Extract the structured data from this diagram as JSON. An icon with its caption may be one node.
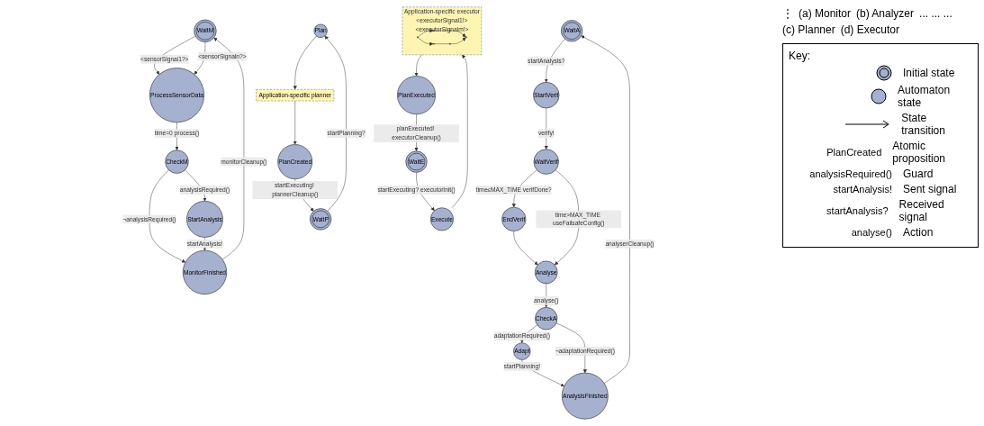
{
  "diagram": {
    "nodes": [
      {
        "text": [
          "WaitM"
        ]
      },
      {
        "text": [
          "ProcessSensorData"
        ]
      },
      {
        "text": [
          "CheckM"
        ]
      },
      {
        "text": [
          "MonitorFinished"
        ]
      },
      {
        "text": [
          "StartAnalysis"
        ]
      },
      {
        "text": [
          "WaitA"
        ]
      },
      {
        "text": [
          "StartVerif"
        ]
      },
      {
        "text": [
          "WaitVerif"
        ]
      },
      {
        "text": [
          "EndVerif"
        ]
      },
      {
        "text": [
          "Analyse"
        ]
      },
      {
        "text": [
          "CheckA"
        ]
      },
      {
        "text": [
          "Adapt"
        ]
      },
      {
        "text": [
          "AnalysisFinished"
        ]
      },
      {
        "text": [
          "Plan"
        ]
      },
      {
        "text": [
          "Application-specific planner"
        ]
      },
      {
        "text": [
          "WaitP"
        ]
      },
      {
        "text": [
          "PlanCreated"
        ]
      },
      {
        "text": [
          "Execute"
        ]
      },
      {
        "text": [
          "Application-specific executor",
          "<executorSignal1!>",
          "<executorSignalm!>"
        ]
      },
      {
        "text": [],
        "shape": "circle",
        "in": 18
      },
      {
        "text": [],
        "shape": "circle",
        "in": 18
      },
      {
        "text": [],
        "shape": "circle",
        "in": 18
      },
      {
        "text": [],
        "shape": "circle",
        "in": 18
      },
      {
        "text": [],
        "shape": "circle",
        "in": 18
      },
      {
        "text": [],
        "shape": "circle",
        "in": 18
      },
      {
        "text": [
          "WaitE"
        ]
      },
      {
        "text": [
          "PlanExecuted"
        ]
      }
    ],
    "edges": [
      {
        "from": 0,
        "to": 1,
        "arrow": "to",
        "label": "<sensorSignal1?>"
      },
      {
        "from": 0,
        "to": 1,
        "arrow": "to",
        "label": "<sensorSignaln?>"
      },
      {
        "from": 1,
        "to": 2,
        "arrow": "to",
        "label": "time=0 process()"
      },
      {
        "from": 2,
        "to": 3,
        "arrow": "to",
        "label": "¬analysisRequired()"
      },
      {
        "from": 2,
        "to": 4,
        "arrow": "to",
        "label": "analysisRequired()"
      },
      {
        "from": 4,
        "to": 3,
        "arrow": "to",
        "label": "startAnalysis!"
      },
      {
        "from": 3,
        "to": 0,
        "arrow": "to",
        "label": "monitorCleanup()"
      },
      {
        "from": 5,
        "to": 6,
        "arrow": "to",
        "label": "startAnalysis?"
      },
      {
        "from": 6,
        "to": 7,
        "arrow": "to",
        "label": "verify!"
      },
      {
        "from": 7,
        "to": 8,
        "arrow": "to",
        "label": "time≤MAX_TIME verifDone?"
      },
      {
        "from": 7,
        "to": 9,
        "arrow": "to",
        "label": "time>MAX_TIME useFailsafeConfig()"
      },
      {
        "from": 8,
        "to": 9,
        "arrow": "to"
      },
      {
        "from": 9,
        "to": 10,
        "arrow": "to",
        "label": "analyse()"
      },
      {
        "from": 10,
        "to": 11,
        "arrow": "to",
        "label": "adaptationRequired()"
      },
      {
        "from": 10,
        "to": 12,
        "arrow": "to",
        "label": "¬adaptationRequired()"
      },
      {
        "from": 11,
        "to": 12,
        "arrow": "to",
        "label": "startPlanning!"
      },
      {
        "from": 12,
        "to": 5,
        "arrow": "to",
        "label": "analyserCleanup()"
      },
      {
        "from": 13,
        "to": 14,
        "arrow": "to"
      },
      {
        "from": 14,
        "to": 16,
        "arrow": "to"
      },
      {
        "from": 16,
        "to": 15,
        "arrow": "to",
        "label": "startExecuting! plannerCleanup()"
      },
      {
        "from": 15,
        "to": 13,
        "arrow": "to",
        "label": "startPlanning?"
      },
      {
        "from": 17,
        "to": 18,
        "arrow": "to"
      },
      {
        "from": 18,
        "to": 26,
        "arrow": "to"
      },
      {
        "from": 26,
        "to": 25,
        "arrow": "to",
        "label": "planExecuted! executorCleanup()"
      },
      {
        "from": 25,
        "to": 17,
        "arrow": "to",
        "label": "startExecuting? executorInit()"
      },
      {
        "from": 21,
        "to": 19,
        "arrow": "to"
      },
      {
        "from": 19,
        "to": 20,
        "arrow": "none"
      },
      {
        "from": 20,
        "to": 22,
        "arrow": "to"
      },
      {
        "from": 21,
        "to": 23,
        "arrow": "to"
      },
      {
        "from": 23,
        "to": 24,
        "arrow": "none"
      },
      {
        "from": 24,
        "to": 22,
        "arrow": "to"
      }
    ],
    "labels": [
      "⋮",
      "(a) Monitor",
      "(b) Analyzer",
      "... ... ...",
      "Key:",
      "PlanCreated",
      "analysisRequired()",
      "startAnalysis!",
      "startAnalysis?",
      "analyse()",
      "(c) Planner",
      "(d) Executor"
    ],
    "legend": [
      {
        "text": "Initial state"
      },
      {
        "text": "Automaton state"
      },
      {
        "text": "State transition"
      },
      {
        "text": "Atomic proposition"
      },
      {
        "text": "Guard"
      },
      {
        "text": "Sent signal"
      },
      {
        "text": "Received signal"
      },
      {
        "text": "Action"
      }
    ]
  }
}
